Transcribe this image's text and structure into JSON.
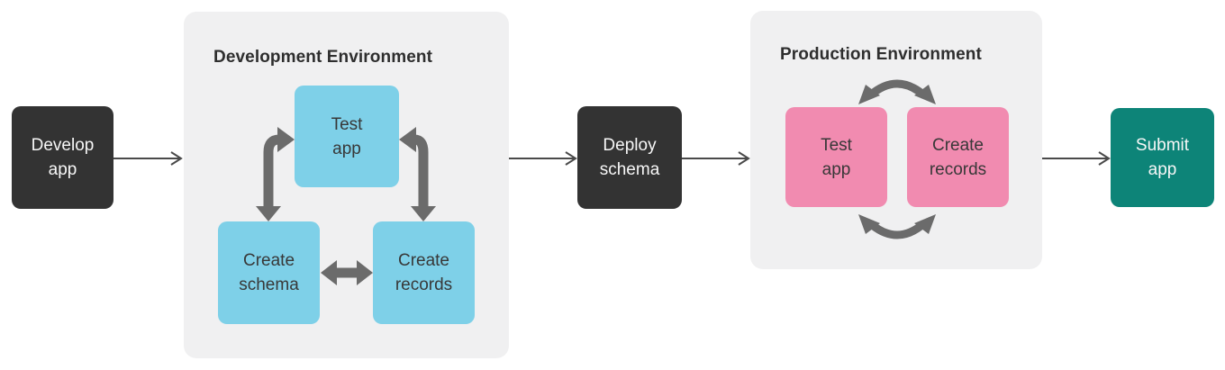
{
  "diagram": {
    "flow_nodes": {
      "develop_app": {
        "label": "Develop\napp"
      },
      "deploy_schema": {
        "label": "Deploy\nschema"
      },
      "submit_app": {
        "label": "Submit\napp"
      }
    },
    "dev_env": {
      "title": "Development Environment",
      "nodes": {
        "test_app": {
          "label": "Test\napp"
        },
        "create_schema": {
          "label": "Create\nschema"
        },
        "create_records": {
          "label": "Create\nrecords"
        }
      }
    },
    "prod_env": {
      "title": "Production Environment",
      "nodes": {
        "test_app": {
          "label": "Test\napp"
        },
        "create_records": {
          "label": "Create\nrecords"
        }
      }
    },
    "arrows": {
      "develop_to_dev_env": "flow arrow right",
      "dev_env_to_deploy": "flow arrow right",
      "deploy_to_prod_env": "flow arrow right",
      "prod_env_to_submit": "flow arrow right",
      "test_app_and_create_schema": "double-headed elbow arrow",
      "test_app_and_create_records": "double-headed elbow arrow",
      "create_schema_and_create_records": "double-headed horizontal arrow",
      "prod_cycle_top": "double-headed curved arrow",
      "prod_cycle_bottom": "double-headed curved arrow"
    },
    "colors": {
      "background": "#ffffff",
      "dark_node": "#333333",
      "dev_node_blue": "#7ed0e8",
      "prod_node_pink": "#f18bb0",
      "submit_node_teal": "#0d8478",
      "container_bg": "#f0f0f1",
      "thick_arrow": "#6b6b6b",
      "thin_arrow": "#4a4a4a",
      "title_text": "#2e2e2e",
      "node_text_dark": "#383838",
      "node_text_light": "#f7f7f7"
    }
  }
}
